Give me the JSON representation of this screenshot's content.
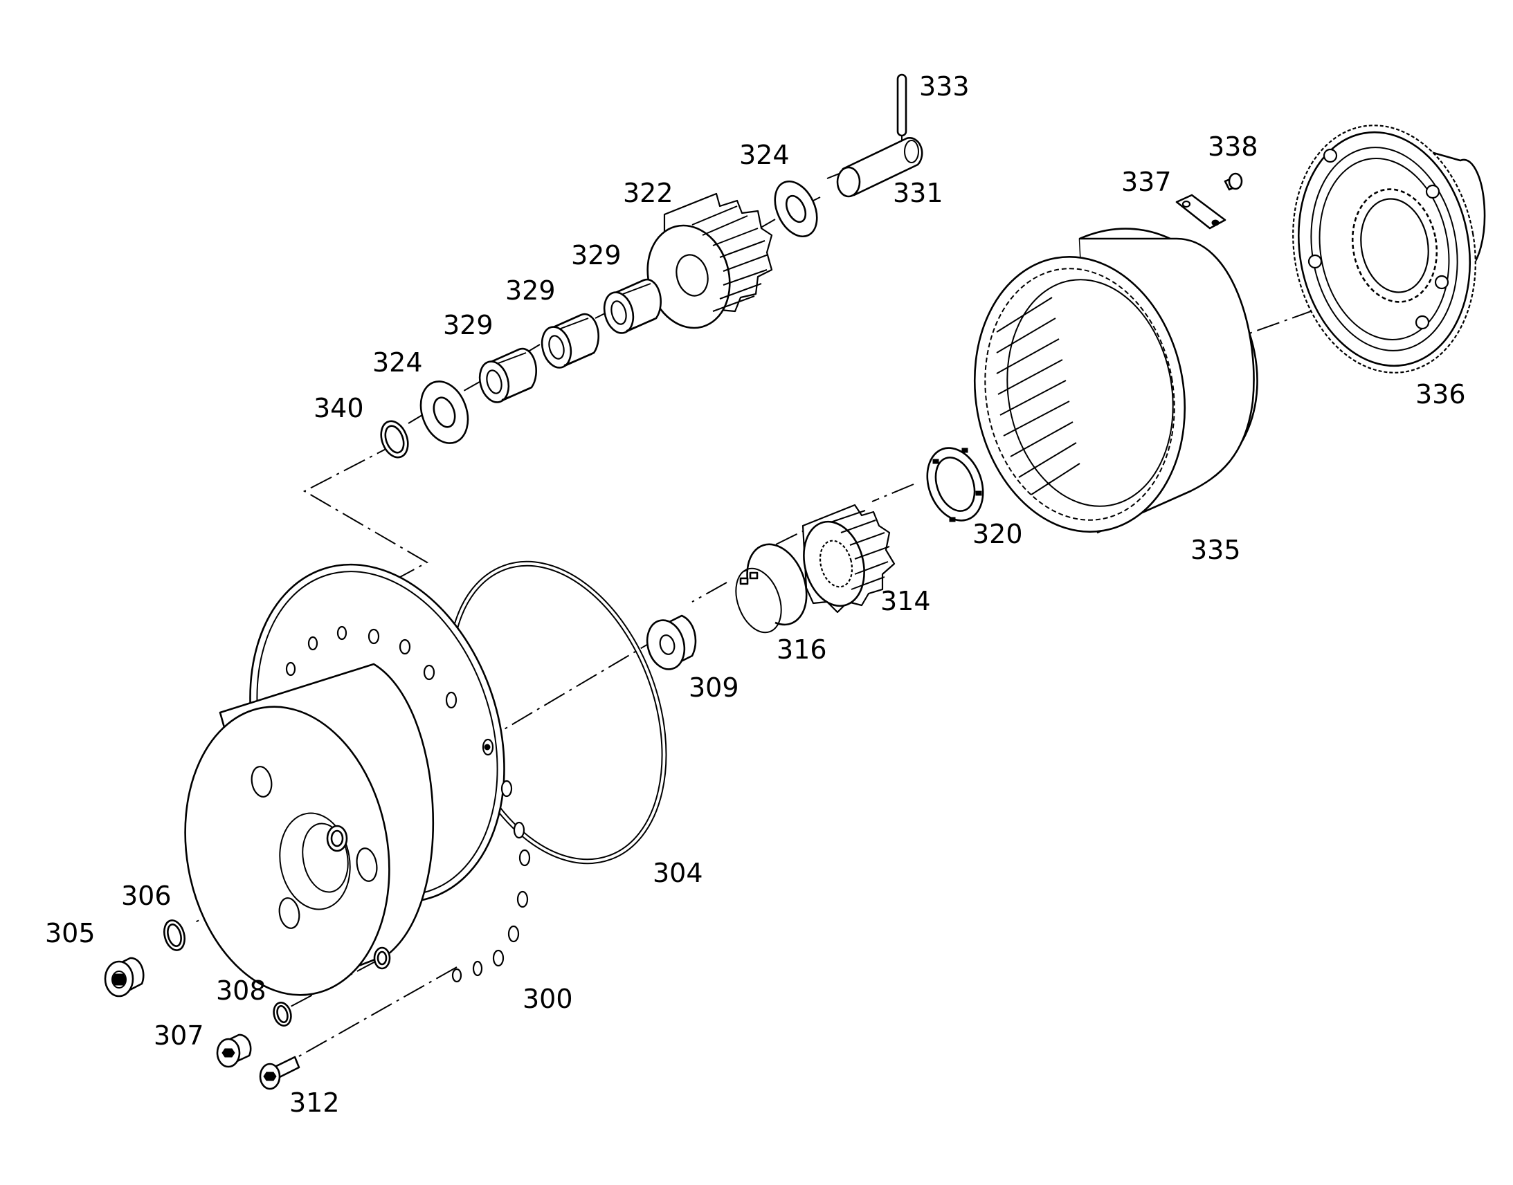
{
  "colors": {
    "line": "#000000",
    "background": "#ffffff"
  },
  "callouts": {
    "p333": "333",
    "p338": "338",
    "p324_top": "324",
    "p331": "331",
    "p337": "337",
    "p322": "322",
    "p329_a": "329",
    "p329_b": "329",
    "p329_c": "329",
    "p324_bottom": "324",
    "p340": "340",
    "p336": "336",
    "p320": "320",
    "p335": "335",
    "p314": "314",
    "p316": "316",
    "p309": "309",
    "p304": "304",
    "p306": "306",
    "p305": "305",
    "p300": "300",
    "p308": "308",
    "p307": "307",
    "p312": "312"
  }
}
